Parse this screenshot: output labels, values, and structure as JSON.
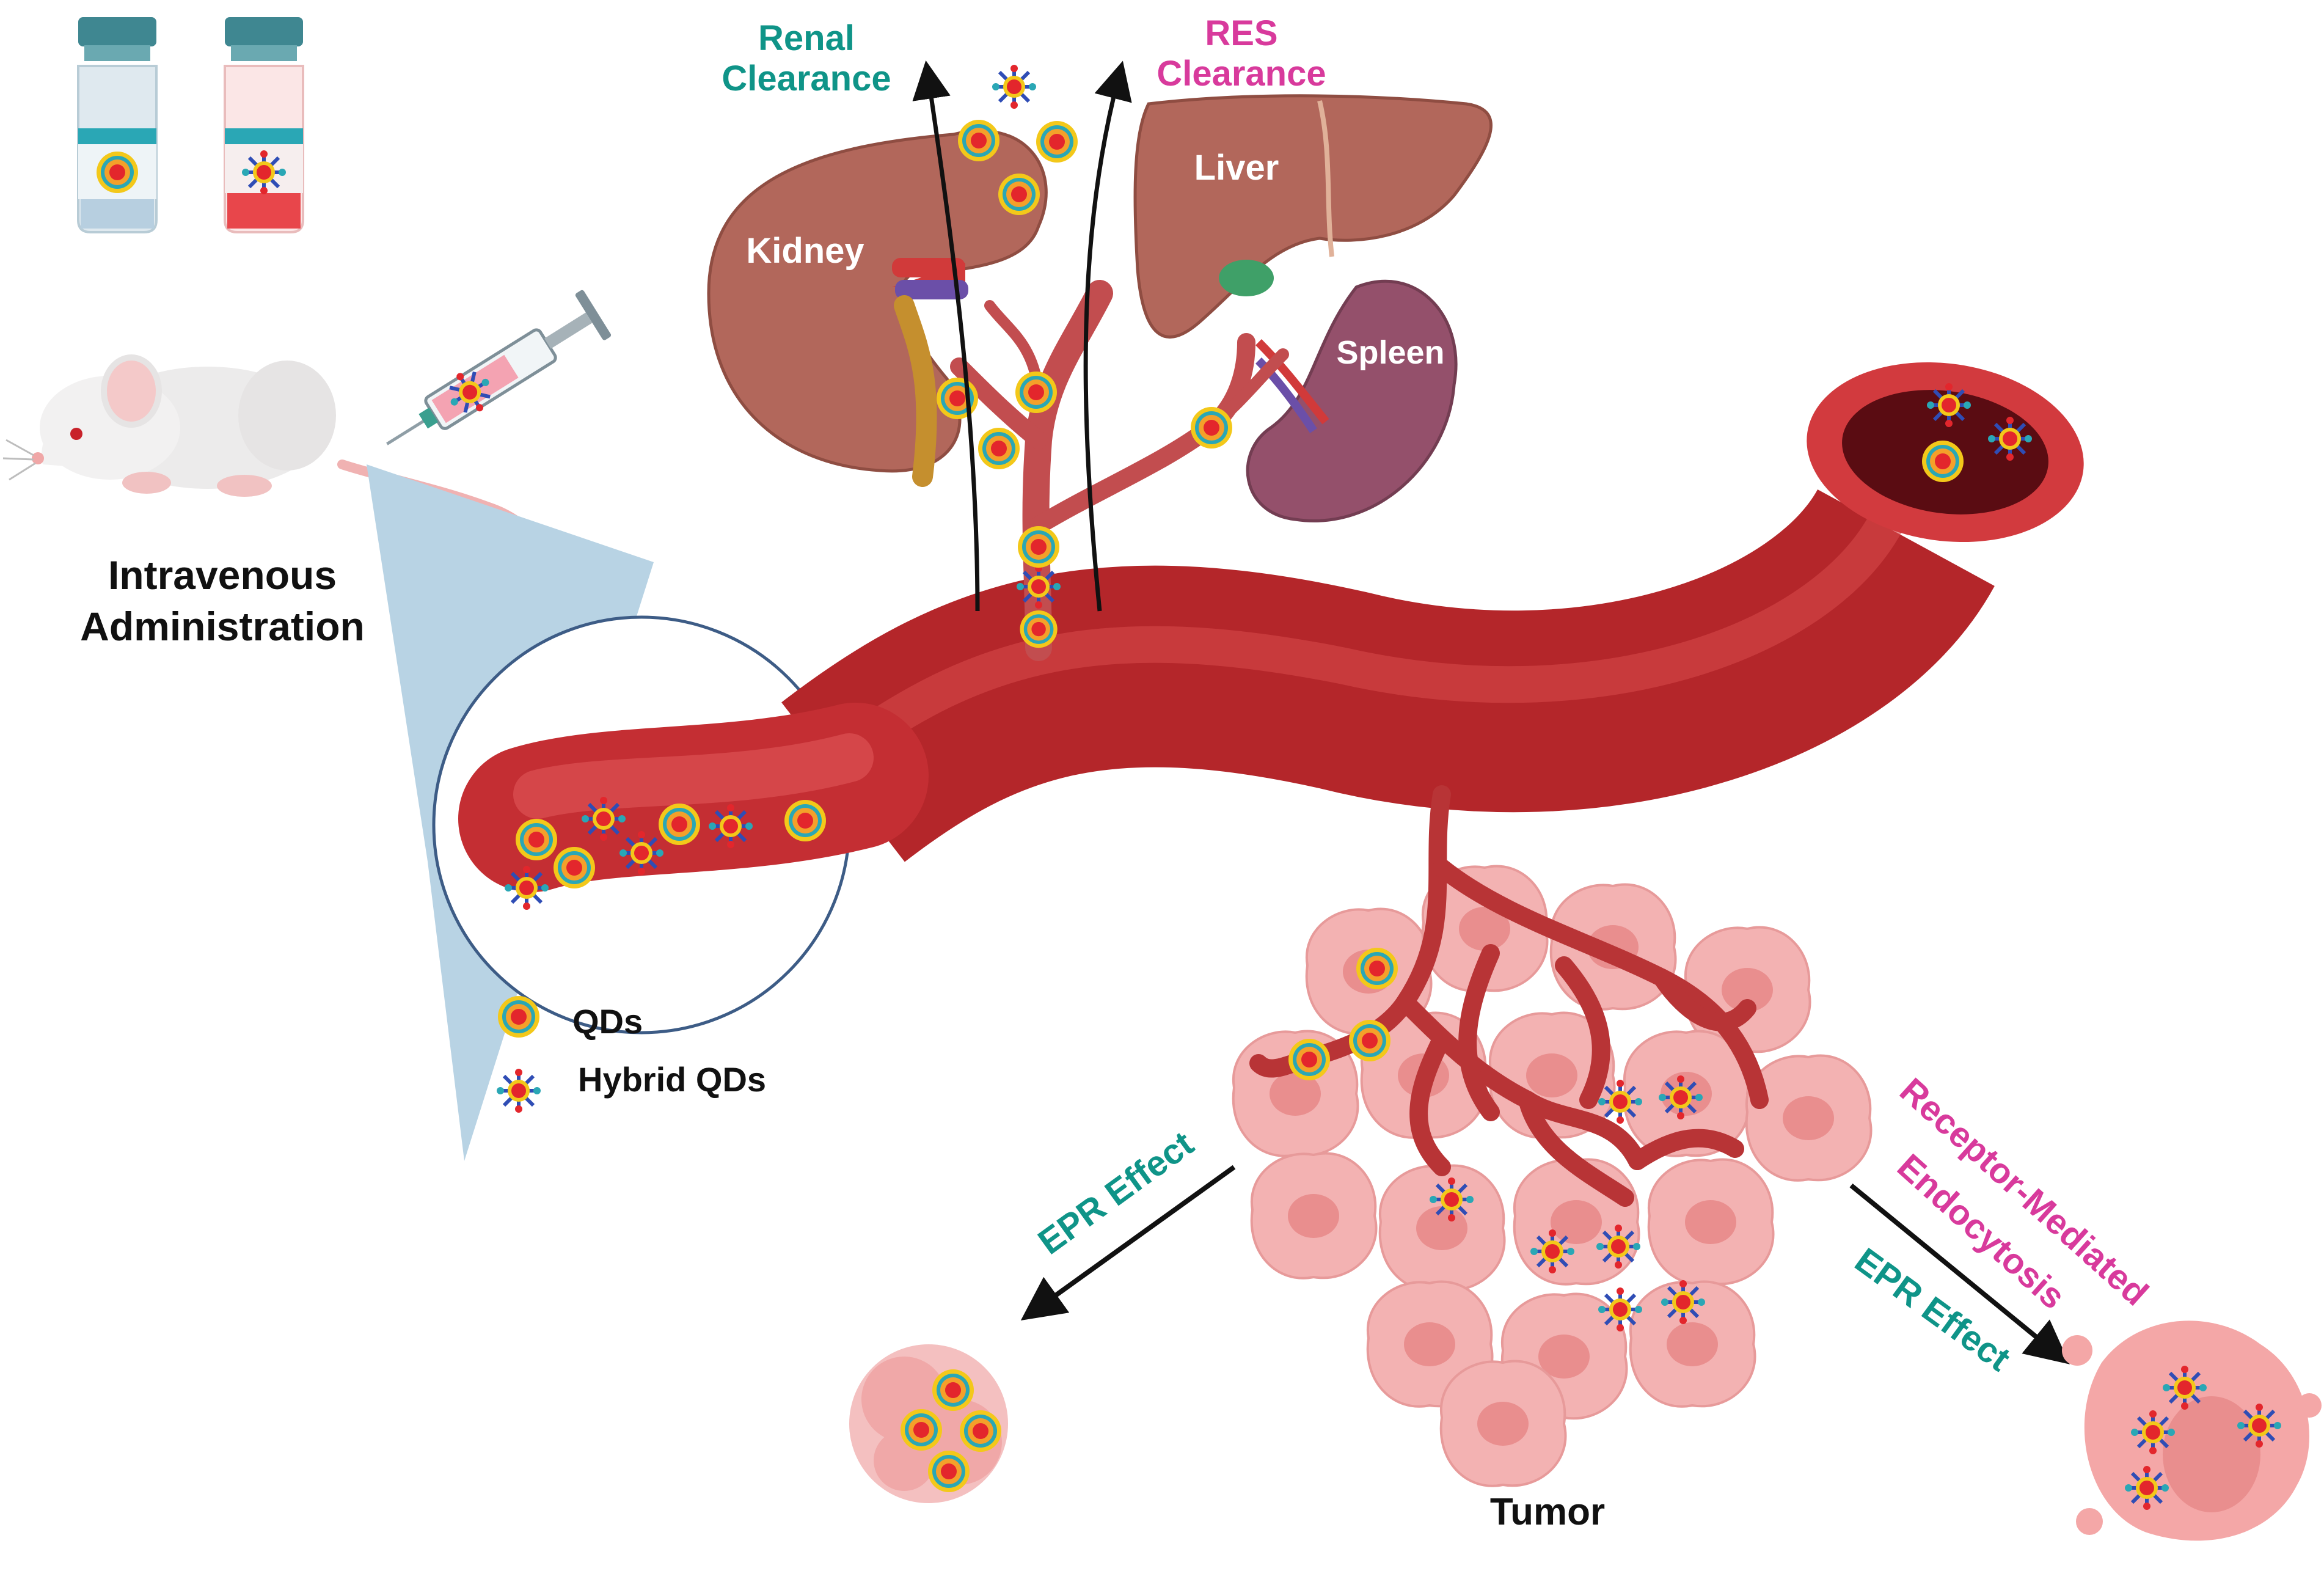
{
  "labels": {
    "renal_line1": "Renal",
    "renal_line2": "Clearance",
    "res_line1": "RES",
    "res_line2": "Clearance",
    "kidney": "Kidney",
    "liver": "Liver",
    "spleen": "Spleen",
    "iv_line1": "Intravenous",
    "iv_line2": "Administration",
    "tumor": "Tumor",
    "epr_left": "EPR Effect",
    "epr_right": "EPR Effect",
    "rme_line1": "Receptor-Mediated",
    "rme_line2": "Endocytosis"
  },
  "legend": {
    "qds": "QDs",
    "hybrid_qds": "Hybrid QDs"
  },
  "colors": {
    "renal_teal": "#0f9488",
    "res_magenta": "#d83a9c",
    "vessel_red": "#b4262a",
    "organ_brown": "#b2675b",
    "spleen_purple": "#94506b",
    "tumor_pink": "#f4b8b8",
    "text_black": "#111111"
  }
}
